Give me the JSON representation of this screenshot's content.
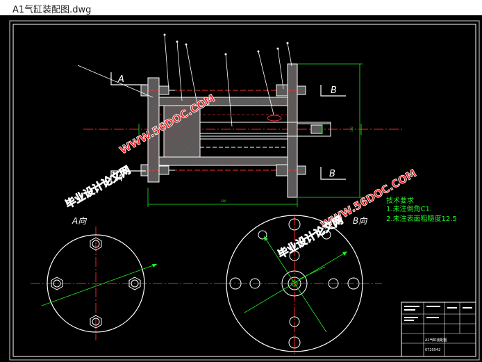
{
  "window": {
    "title": "A1气缸装配图.dwg"
  },
  "drawing": {
    "section_label_A_top": "A",
    "section_label_A_bottom": "A",
    "section_label_B_top": "B",
    "section_label_B_bottom": "B",
    "view_label_A": "A向",
    "view_label_B": "B向",
    "tech_requirements": {
      "heading": "技术要求",
      "item1": "1.未注倒角C1.",
      "item2": "2.未注表面粗糙度12.5"
    },
    "title_block": {
      "name": "A1气缸装配图",
      "code": "0720542"
    }
  },
  "watermark": {
    "site": "WWW.56DOC.COM",
    "cn": "毕业设计论文网"
  },
  "colors": {
    "background": "#000000",
    "outline": "#ffffff",
    "part_fill": "#5a5a5a",
    "center_line": "#ff2020",
    "dimension": "#22ee22",
    "hatch": "#ff3030",
    "watermark_fill": "#ff1a1a",
    "watermark_stroke": "#ffffff"
  }
}
